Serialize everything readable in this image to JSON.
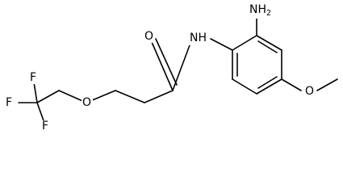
{
  "molecule": {
    "atoms": {
      "amine": "NH",
      "amine_sub": "2",
      "amide_n": "NH",
      "carbonyl_o": "O",
      "ether_o": "O",
      "methoxy_o": "O",
      "f_top": "F",
      "f_left": "F",
      "f_bottom": "F"
    }
  },
  "colors": {
    "bond": "#000000",
    "label": "#000000",
    "background": "#ffffff"
  }
}
